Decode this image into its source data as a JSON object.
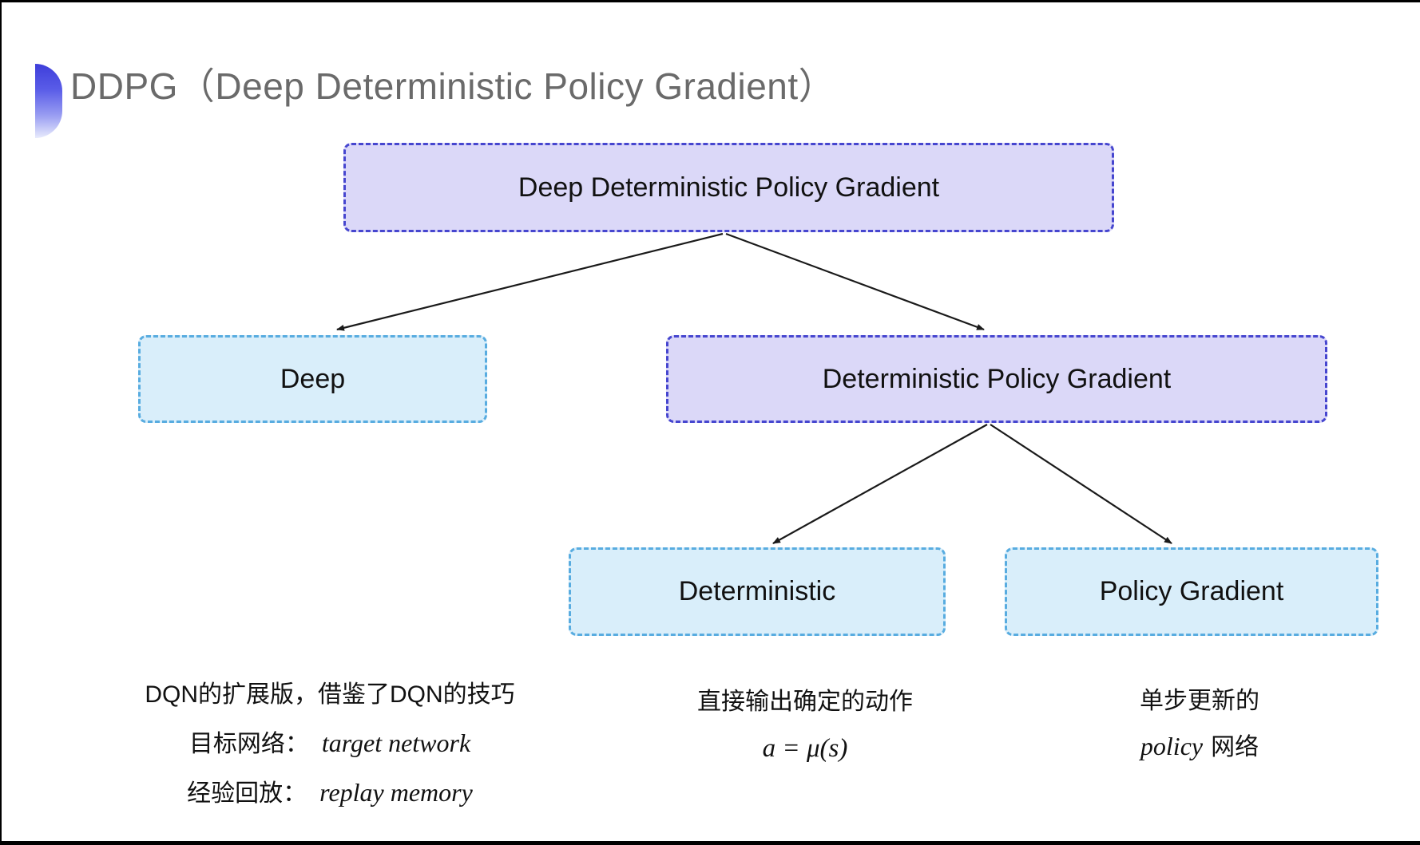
{
  "slide": {
    "title": "DDPG（Deep Deterministic Policy Gradient）"
  },
  "tree": {
    "root": {
      "label": "Deep Deterministic Policy Gradient",
      "variant": "purple"
    },
    "level1": [
      {
        "label": "Deep",
        "variant": "cyan"
      },
      {
        "label": "Deterministic Policy Gradient",
        "variant": "purple"
      }
    ],
    "level2": [
      {
        "label": "Deterministic",
        "variant": "cyan"
      },
      {
        "label": "Policy Gradient",
        "variant": "cyan"
      }
    ]
  },
  "notes": {
    "deep": {
      "line1": "DQN的扩展版，借鉴了DQN的技巧",
      "line2_label": "目标网络：",
      "line2_value": "target network",
      "line3_label": "经验回放：",
      "line3_value": "replay memory"
    },
    "deterministic": {
      "line1": "直接输出确定的动作",
      "formula": "a = μ(s)"
    },
    "policy_gradient": {
      "line1": "单步更新的",
      "line2_italic": "policy",
      "line2_rest": "网络"
    }
  },
  "colors": {
    "purple_fill": "#dbd8f8",
    "purple_border": "#4646cf",
    "cyan_fill": "#d9eefa",
    "cyan_border": "#58ace0",
    "title_gray": "#6a6a6a",
    "arrow_black": "#1a1a1a",
    "bullet_blue_top": "#3e3eda",
    "bullet_blue_bottom": "#e8ebfc"
  }
}
